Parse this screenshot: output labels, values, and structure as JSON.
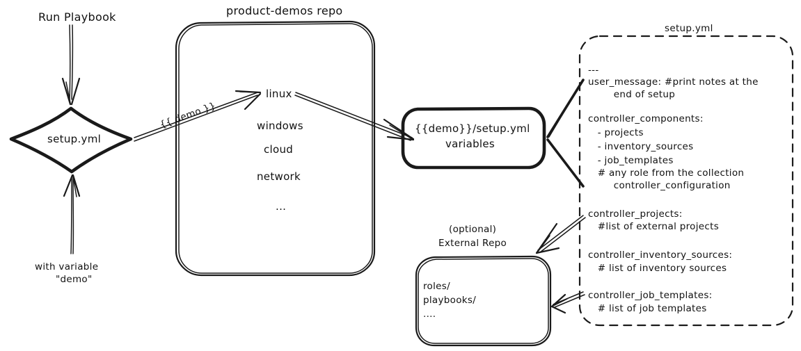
{
  "diagram": {
    "title": "Ansible product-demos setup.yml flow",
    "ink_color": "#1a1a1a",
    "background": "#ffffff"
  },
  "left": {
    "run_playbook_label": "Run Playbook",
    "decision_label": "setup.yml",
    "with_variable_line1": "with variable",
    "with_variable_line2": "\"demo\""
  },
  "repo": {
    "title": "product-demos repo",
    "items": [
      "linux",
      "windows",
      "cloud",
      "network",
      "..."
    ],
    "edge_label": "{{ demo }}"
  },
  "variables_box": {
    "line1": "{{demo}}/setup.yml",
    "line2": "variables"
  },
  "external_repo": {
    "title_line1": "(optional)",
    "title_line2": "External Repo",
    "items": [
      "roles/",
      "playbooks/",
      "...."
    ]
  },
  "setup_yml": {
    "title": "setup.yml",
    "lines": [
      "---",
      "user_message: #print notes at the",
      "        end of setup",
      "",
      "controller_components:",
      "   - projects",
      "   - inventory_sources",
      "   - job_templates",
      "   # any role from the collection",
      "        controller_configuration",
      "",
      "controller_projects:",
      "   #list of external projects",
      "",
      "controller_inventory_sources:",
      "   # list of inventory sources",
      "",
      "controller_job_templates:",
      "   # list of job templates"
    ]
  }
}
